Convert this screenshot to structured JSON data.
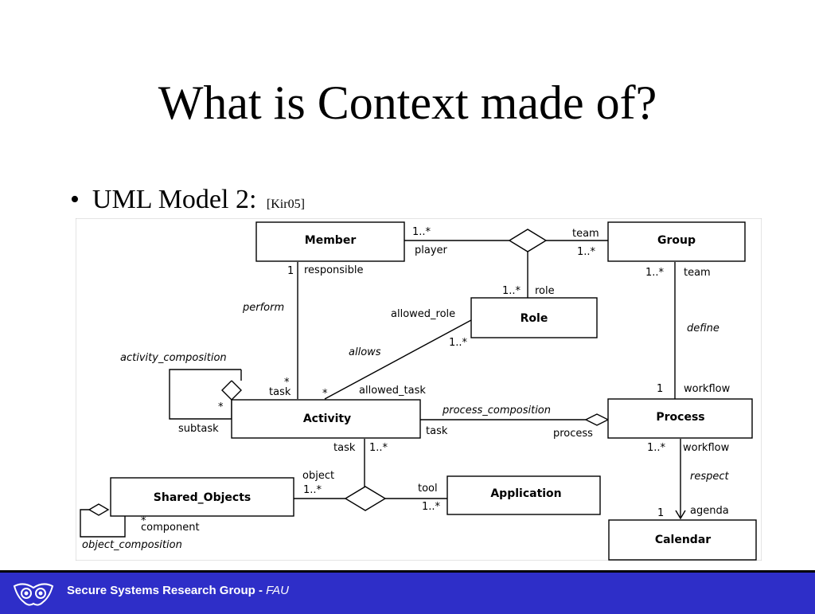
{
  "slide": {
    "title": "What is Context made of?",
    "bullet": "UML Model 2:",
    "reference": "[Kir05]"
  },
  "diagram": {
    "classes": {
      "member": "Member",
      "group": "Group",
      "role": "Role",
      "activity": "Activity",
      "process": "Process",
      "shared_objects": "Shared_Objects",
      "application": "Application",
      "calendar": "Calendar"
    },
    "labels": {
      "member_mult_1star": "1..*",
      "member_player": "player",
      "group_team_top": "team",
      "group_mult_1star": "1..*",
      "member_mult_1": "1",
      "member_responsible": "responsible",
      "role_mult_1star": "1..*",
      "role_role": "role",
      "group_mult_1star_b": "1..*",
      "group_team_b": "team",
      "perform": "perform",
      "allowed_role": "allowed_role",
      "role_mult_1star_b": "1..*",
      "allows": "allows",
      "define": "define",
      "activity_composition": "activity_composition",
      "activity_star_top": "*",
      "activity_task_top": "task",
      "activity_star_mid": "*",
      "allowed_task": "allowed_task",
      "process_mult_1": "1",
      "process_workflow_top": "workflow",
      "subtask_star": "*",
      "subtask": "subtask",
      "process_composition": "process_composition",
      "activity_task_right": "task",
      "process_process": "process",
      "activity_task_bottom": "task",
      "activity_mult_1star_bottom": "1..*",
      "process_mult_1star_bottom": "1..*",
      "process_workflow_bottom": "workflow",
      "object": "object",
      "object_mult_1star": "1..*",
      "tool": "tool",
      "tool_mult_1star": "1..*",
      "respect": "respect",
      "calendar_mult_1": "1",
      "agenda": "agenda",
      "component_star": "*",
      "component": "component",
      "object_composition": "object_composition"
    }
  },
  "footer": {
    "org": "Secure Systems Research Group - ",
    "university": "FAU"
  },
  "colors": {
    "footer_bg": "#2e2ec8",
    "footer_text": "#ffffff"
  }
}
